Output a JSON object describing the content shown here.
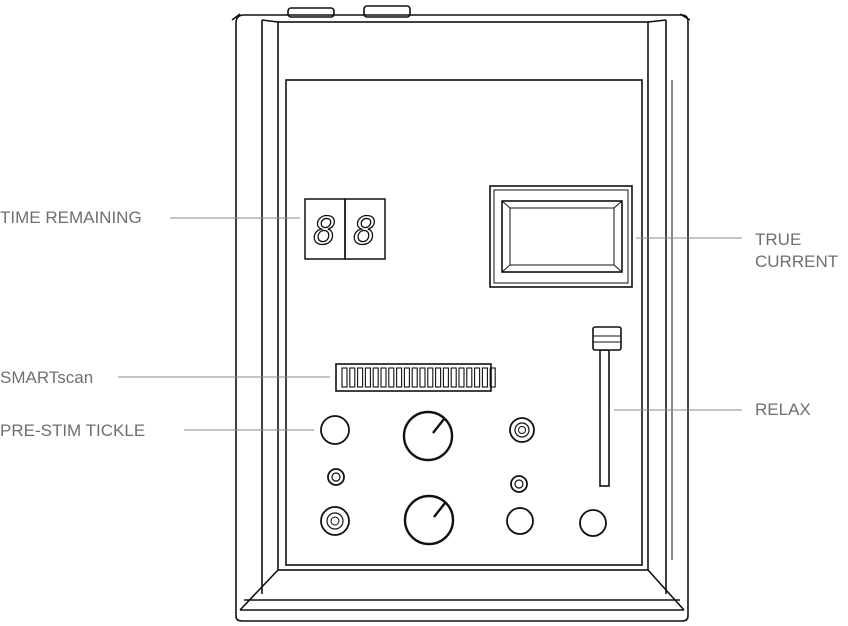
{
  "labels": {
    "time_remaining": "TIME REMAINING",
    "true_current_line1": "TRUE",
    "true_current_line2": "CURRENT",
    "smartscan": "SMARTscan",
    "pre_stim_tickle": "PRE-STIM TICKLE",
    "relax": "RELAX"
  },
  "display": {
    "digits": [
      "8",
      "8"
    ]
  },
  "colors": {
    "line": "#111111",
    "label_text": "#6f6f6f",
    "leader_line": "#8a8a8a"
  }
}
